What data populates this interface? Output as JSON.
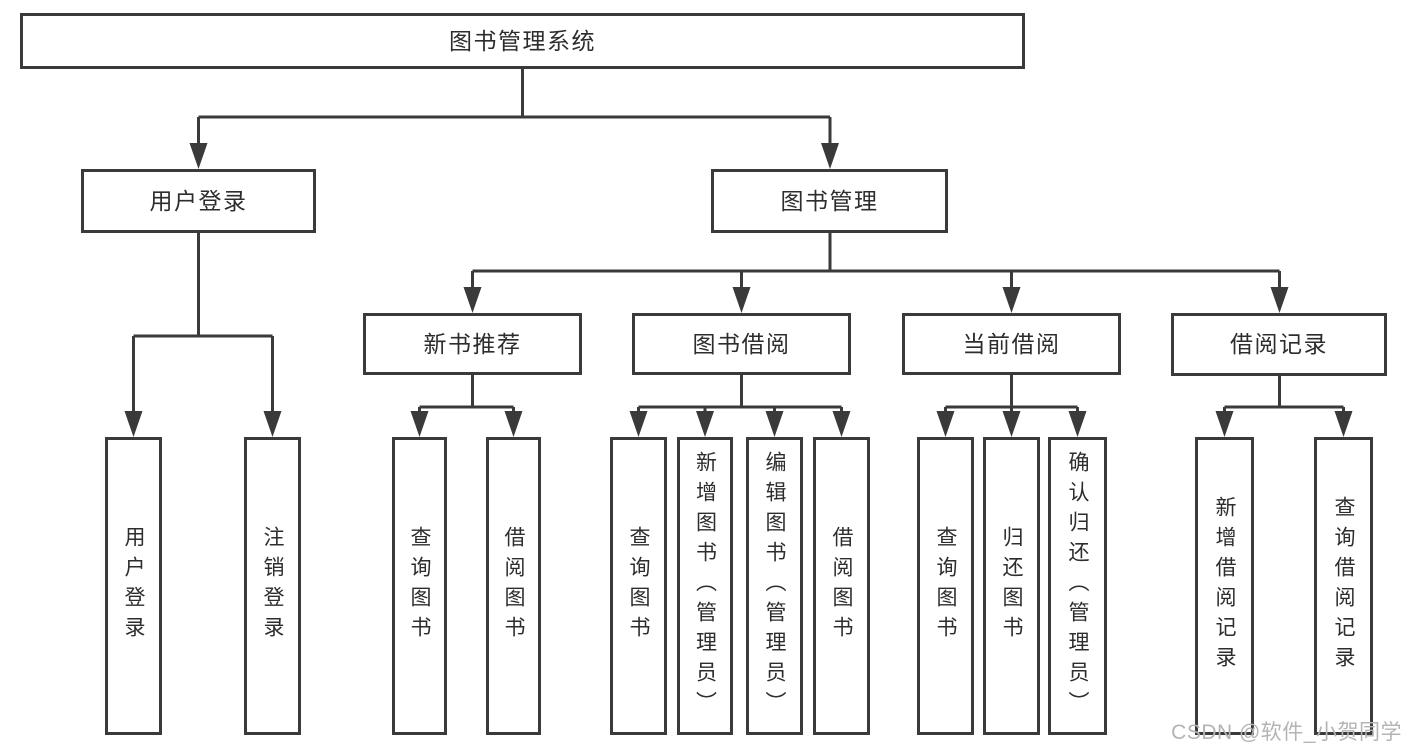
{
  "diagram": {
    "root": {
      "label": "图书管理系统"
    },
    "branches": [
      {
        "label": "用户登录",
        "children": [
          {
            "label": "用户登录"
          },
          {
            "label": "注销登录"
          }
        ]
      },
      {
        "label": "图书管理",
        "sections": [
          {
            "label": "新书推荐",
            "children": [
              {
                "label": "查询图书"
              },
              {
                "label": "借阅图书"
              }
            ]
          },
          {
            "label": "图书借阅",
            "children": [
              {
                "label": "查询图书"
              },
              {
                "label": "新增图书（管理员）"
              },
              {
                "label": "编辑图书（管理员）"
              },
              {
                "label": "借阅图书"
              }
            ]
          },
          {
            "label": "当前借阅",
            "children": [
              {
                "label": "查询图书"
              },
              {
                "label": "归还图书"
              },
              {
                "label": "确认归还（管理员）"
              }
            ]
          },
          {
            "label": "借阅记录",
            "children": [
              {
                "label": "新增借阅记录"
              },
              {
                "label": "查询借阅记录"
              }
            ]
          }
        ]
      }
    ]
  },
  "colors": {
    "line": "#3a3a3a",
    "text": "#2d2d2d",
    "watermark": "#b4b4b4"
  },
  "watermark": {
    "text": "CSDN @软件_小贺同学"
  }
}
